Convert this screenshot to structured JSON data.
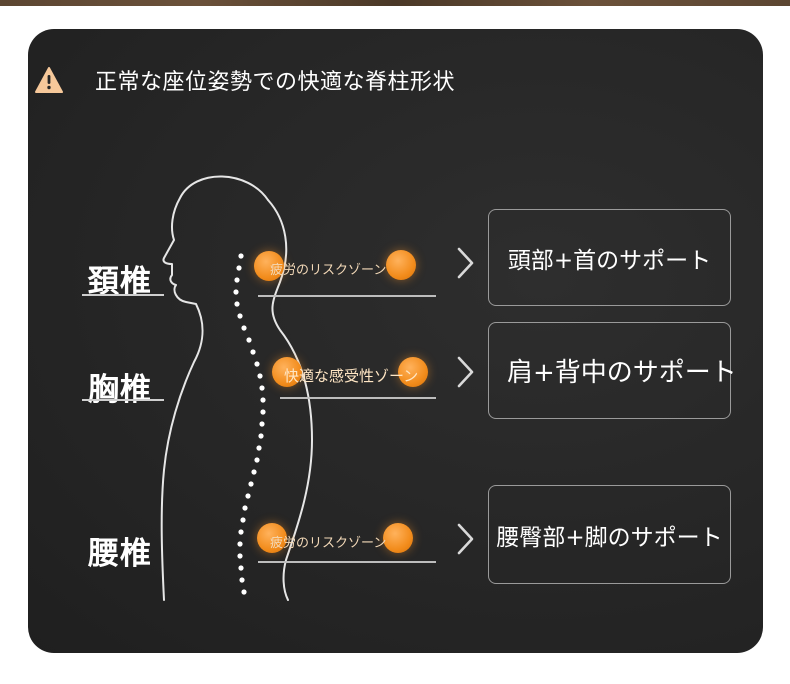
{
  "header": {
    "icon": "warning-icon",
    "title": "正常な座位姿勢での快適な脊柱形状"
  },
  "colors": {
    "card_bg": "#262626",
    "accent_dot": "#f28c1c",
    "warning_icon": "#f6c89a"
  },
  "regions": [
    {
      "label": "頚椎",
      "zone_text": "疲労のリスクゾーン",
      "support": "頭部+首のサポート"
    },
    {
      "label": "胸椎",
      "zone_text": "快適な感受性ゾーン",
      "support": "肩+背中のサポート"
    },
    {
      "label": "腰椎",
      "zone_text": "疲労のリスクゾーン",
      "support": "腰臀部+脚のサポート"
    }
  ]
}
